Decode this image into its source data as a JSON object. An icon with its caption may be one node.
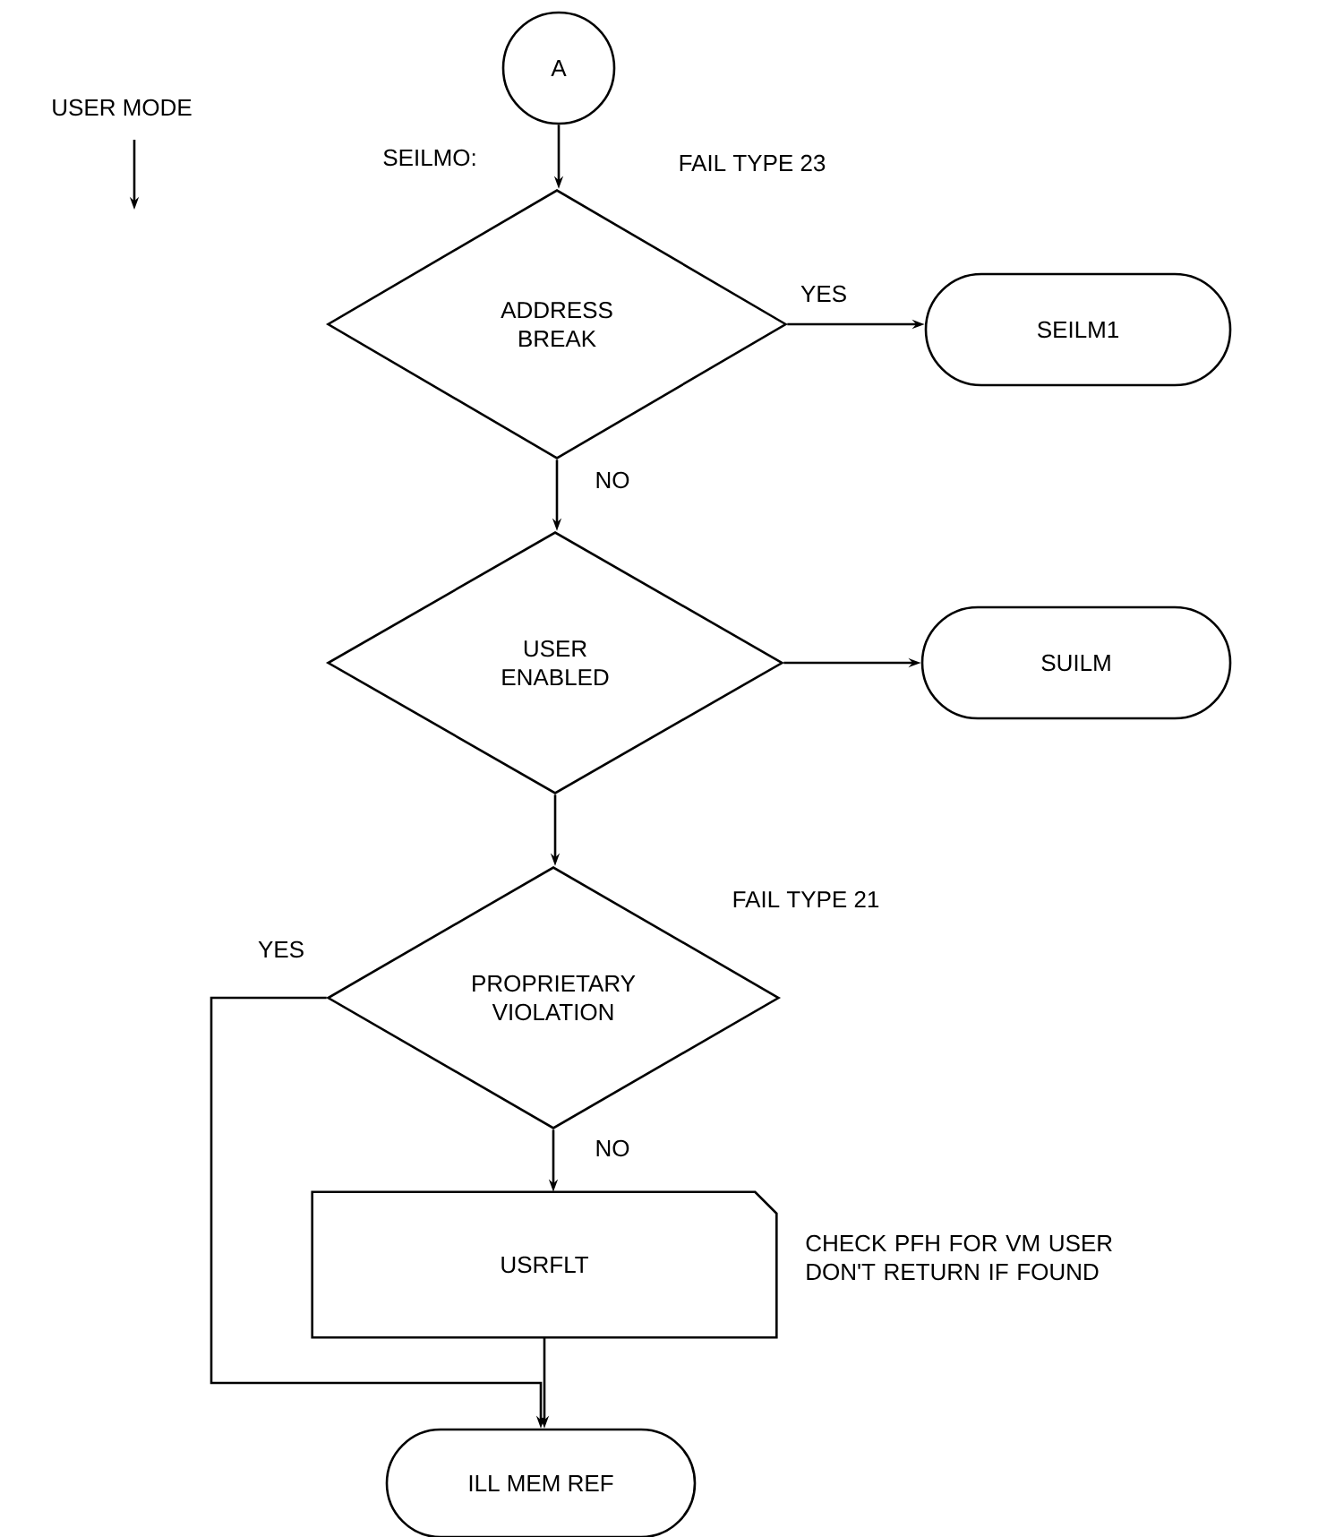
{
  "diagram": {
    "nodes": [
      {
        "text": [
          "A"
        ]
      },
      {
        "text": [
          "ADDRESS BREAK"
        ]
      },
      {
        "text": [
          "SEILM1"
        ]
      },
      {
        "text": [
          "USER ENABLED"
        ]
      },
      {
        "text": [
          "SUILM"
        ]
      },
      {
        "text": [
          "PROPRIETARY VIOLATION"
        ]
      },
      {
        "text": [
          "USRFLT"
        ],
        "beside": [
          "CHECK PFH FOR VM USER DON'T RETURN IF FOUND"
        ]
      },
      {
        "text": [
          "ILL MEM REF"
        ]
      }
    ],
    "edges": [
      {
        "from": 0,
        "to": 1,
        "arrow": "to"
      },
      {
        "from": 1,
        "to": 2,
        "arrow": "to",
        "label": "YES"
      },
      {
        "from": 1,
        "to": 3,
        "arrow": "to",
        "label": "NO"
      },
      {
        "from": 3,
        "to": 4,
        "arrow": "to"
      },
      {
        "from": 3,
        "to": 5,
        "arrow": "to"
      },
      {
        "from": 5,
        "to": 7,
        "arrow": "to",
        "label": "YES"
      },
      {
        "from": 5,
        "to": 6,
        "arrow": "to",
        "label": "NO"
      },
      {
        "from": 6,
        "to": 7,
        "arrow": "to"
      }
    ],
    "labels": [
      "USER MODE",
      "SEILMO:",
      "FAIL TYPE 23",
      "FAIL TYPE 21"
    ]
  }
}
